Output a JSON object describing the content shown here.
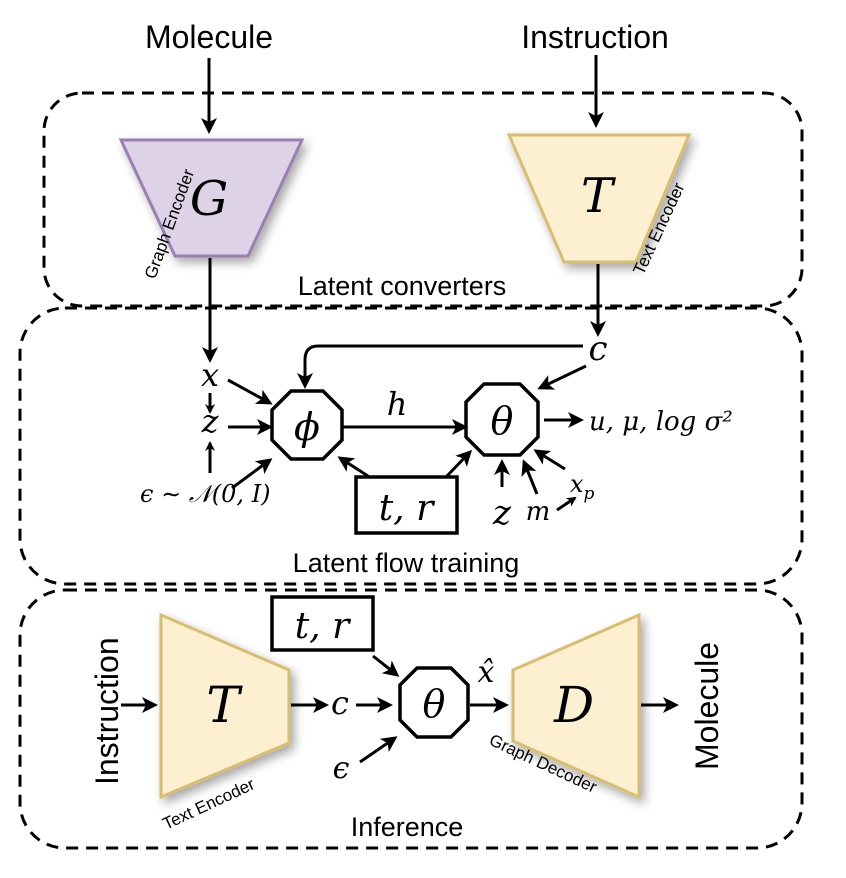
{
  "diagram": {
    "top_inputs": {
      "left": "Molecule",
      "right": "Instruction"
    },
    "sections": {
      "latent_converters": {
        "label": "Latent converters"
      },
      "latent_flow_training": {
        "label": "Latent flow training"
      },
      "inference": {
        "label": "Inference"
      }
    },
    "encoders": {
      "graph_encoder": {
        "symbol": "G",
        "caption": "Graph Encoder",
        "color": "#ddd2e6",
        "stroke": "#9a7fb0"
      },
      "text_encoder": {
        "symbol": "T",
        "caption": "Text Encoder",
        "color": "#fcf0d0",
        "stroke": "#d9bd70"
      }
    },
    "training": {
      "x": "x",
      "z": "z",
      "noise": "ϵ ∼ 𝒩(0, I)",
      "c": "c",
      "phi": "ϕ",
      "h": "h",
      "theta": "θ",
      "tr_box": "t, r",
      "outputs": "u, μ, log σ²",
      "theta_inputs": {
        "z": "z",
        "m": "m",
        "xp": "x",
        "xp_sub": "p"
      }
    },
    "inference": {
      "input": "Instruction",
      "encoder_symbol": "T",
      "encoder_caption": "Text Encoder",
      "c": "c",
      "eps": "ϵ",
      "tr_box": "t, r",
      "theta": "θ",
      "xhat": "x̂",
      "decoder_symbol": "D",
      "decoder_caption": "Graph Decoder",
      "output": "Molecule"
    }
  }
}
